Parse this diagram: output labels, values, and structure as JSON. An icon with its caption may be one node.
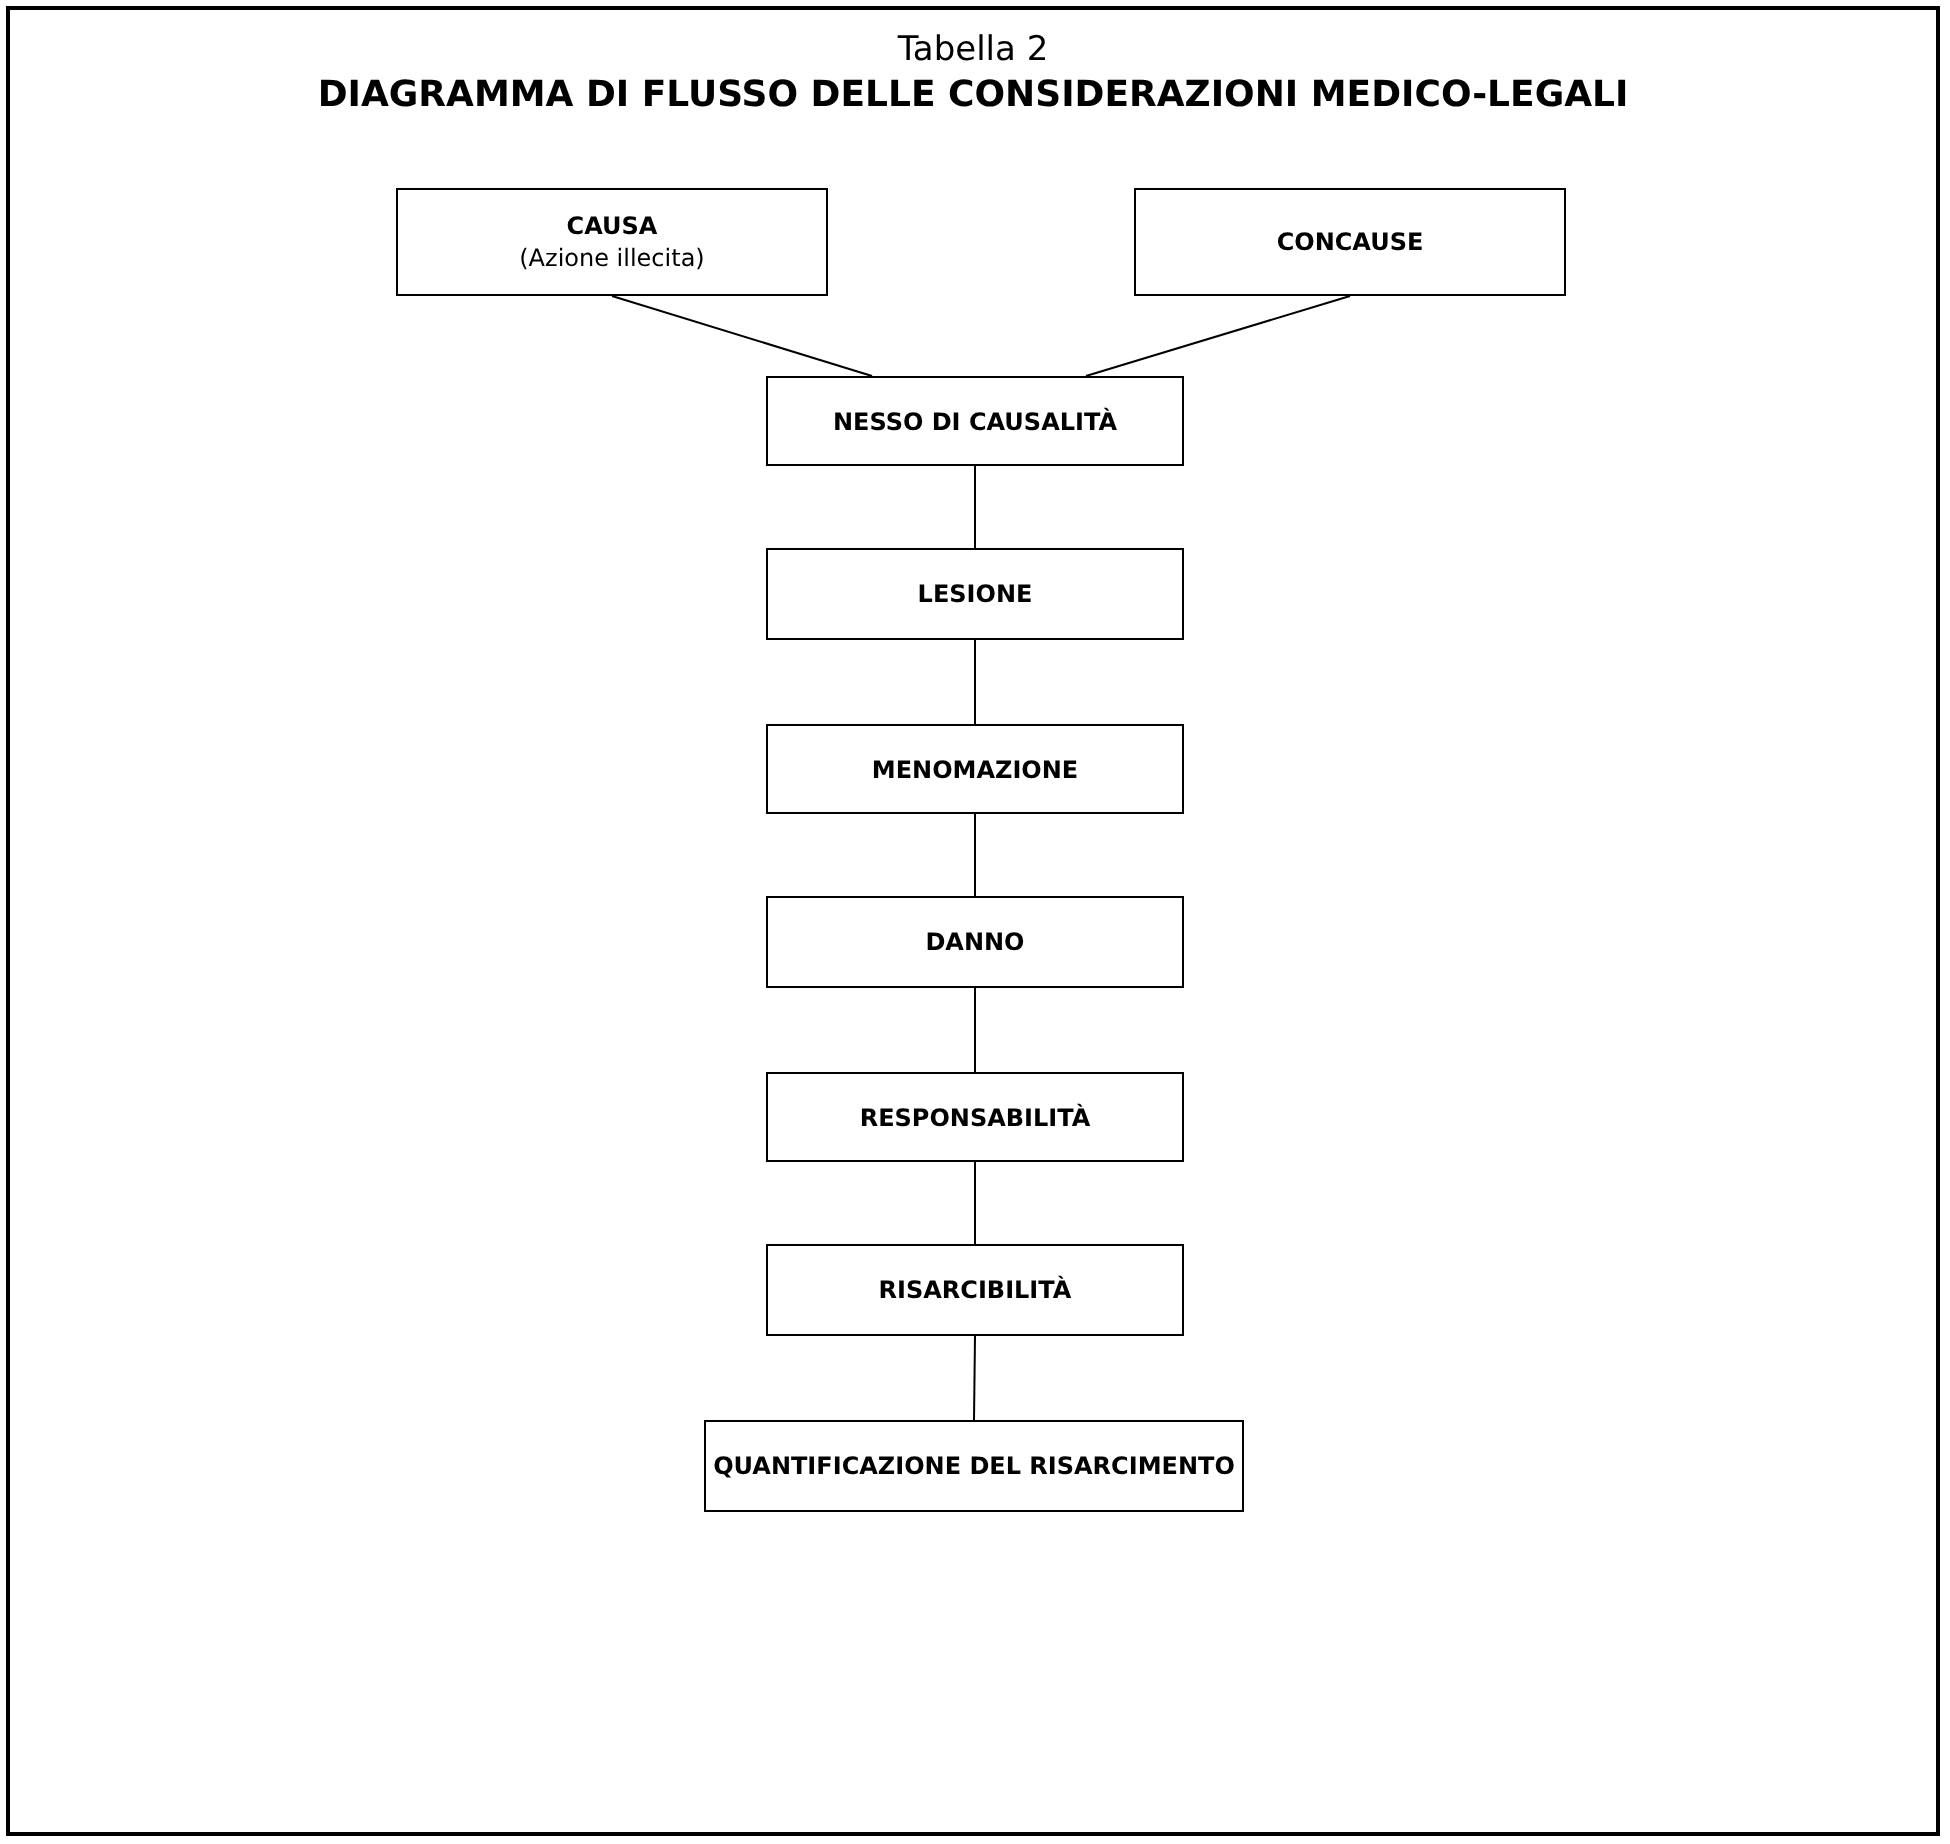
{
  "diagram": {
    "title": "DIAGRAMMA DI FLUSSO DELLE CONSIDERAZIONI MEDICO-LEGALI",
    "labels": [
      "Tabella 2"
    ],
    "nodes": [
      {
        "text": [
          "CAUSA",
          "(Azione illecita)"
        ]
      },
      {
        "text": [
          "CONCAUSE"
        ]
      },
      {
        "text": [
          "NESSO DI CAUSALITÀ"
        ]
      },
      {
        "text": [
          "LESIONE"
        ]
      },
      {
        "text": [
          "MENOMAZIONE"
        ]
      },
      {
        "text": [
          "DANNO"
        ]
      },
      {
        "text": [
          "RESPONSABILITÀ"
        ]
      },
      {
        "text": [
          "RISARCIBILITÀ"
        ]
      },
      {
        "text": [
          "QUANTIFICAZIONE DEL RISARCIMENTO"
        ]
      }
    ],
    "edges": [
      {
        "from": 0,
        "to": 2,
        "arrow": "none"
      },
      {
        "from": 1,
        "to": 2,
        "arrow": "none"
      },
      {
        "from": 2,
        "to": 3,
        "arrow": "none"
      },
      {
        "from": 3,
        "to": 4,
        "arrow": "none"
      },
      {
        "from": 4,
        "to": 5,
        "arrow": "none"
      },
      {
        "from": 5,
        "to": 6,
        "arrow": "none"
      },
      {
        "from": 6,
        "to": 7,
        "arrow": "none"
      },
      {
        "from": 7,
        "to": 8,
        "arrow": "none"
      }
    ]
  }
}
